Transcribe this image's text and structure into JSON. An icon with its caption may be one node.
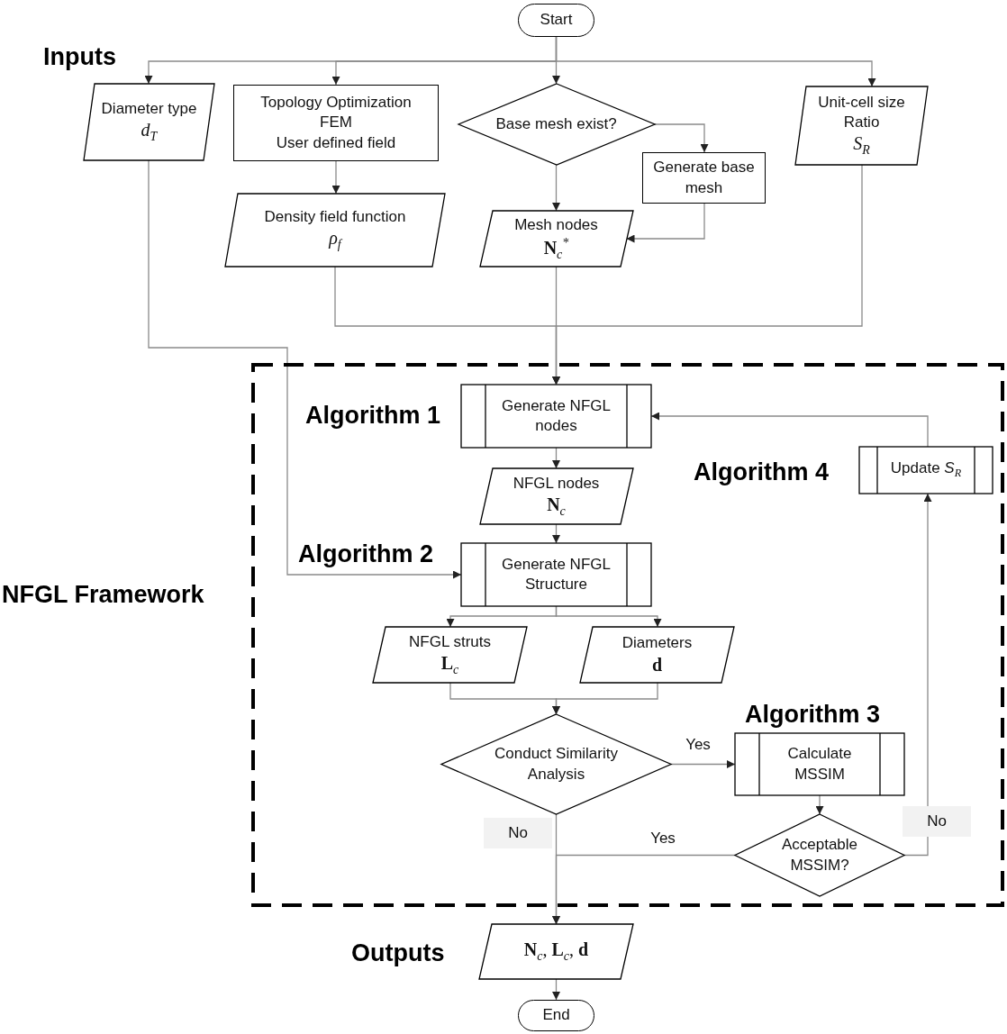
{
  "diagram": {
    "nodes": [
      {
        "text": [
          "Start"
        ]
      },
      {
        "text": [
          "Diameter type",
          "*d*$_{T}$"
        ]
      },
      {
        "text": [
          "Topology Optimization",
          "FEM",
          "User defined field"
        ]
      },
      {
        "text": [
          "Base mesh exist?"
        ]
      },
      {
        "text": [
          "Unit-cell size Ratio",
          "*S*$_{R}$"
        ]
      },
      {
        "text": [
          "Density field function",
          "*ρ*$_{f}$"
        ]
      },
      {
        "text": [
          "Generate base mesh"
        ]
      },
      {
        "text": [
          "Mesh nodes",
          "**N**$_{c}$$^{*}$"
        ]
      },
      {
        "text": [
          "NFGL Framework"
        ]
      },
      {
        "text": [
          "Generate NFGL nodes"
        ],
        "in": 8,
        "beside": [
          "Algorithm 1"
        ]
      },
      {
        "text": [
          "NFGL nodes",
          "**N**$_{c}$"
        ],
        "in": 8
      },
      {
        "text": [
          "Generate NFGL Structure"
        ],
        "in": 8,
        "beside": [
          "Algorithm 2"
        ]
      },
      {
        "text": [
          "NFGL struts",
          "**L**$_{c}$"
        ],
        "in": 8
      },
      {
        "text": [
          "Diameters",
          "**d**"
        ],
        "in": 8
      },
      {
        "text": [
          "Conduct Similarity Analysis"
        ],
        "in": 8
      },
      {
        "text": [
          "Calculate MSSIM"
        ],
        "in": 8,
        "beside": [
          "Algorithm 3"
        ]
      },
      {
        "text": [
          "Acceptable MSSIM?"
        ],
        "in": 8
      },
      {
        "text": [
          "Update *S*$_{R}$"
        ],
        "in": 8,
        "beside": [
          "Algorithm 4"
        ]
      },
      {
        "text": [
          "**N**$_{c}$, **L**$_{c}$, **d**"
        ],
        "beside": [
          "Outputs"
        ]
      },
      {
        "text": [
          "End"
        ]
      }
    ],
    "edges": [
      {
        "from": 0,
        "to": 1,
        "arrow": "to"
      },
      {
        "from": 0,
        "to": 2,
        "arrow": "to"
      },
      {
        "from": 0,
        "to": 3,
        "arrow": "to"
      },
      {
        "from": 0,
        "to": 4,
        "arrow": "to"
      },
      {
        "from": 2,
        "to": 5,
        "arrow": "to"
      },
      {
        "from": 3,
        "to": 7,
        "arrow": "to"
      },
      {
        "from": 3,
        "to": 6,
        "arrow": "to"
      },
      {
        "from": 6,
        "to": 7,
        "arrow": "to"
      },
      {
        "from": 5,
        "to": 9,
        "arrow": "to"
      },
      {
        "from": 4,
        "to": 9,
        "arrow": "to"
      },
      {
        "from": 7,
        "to": 9,
        "arrow": "to"
      },
      {
        "from": 1,
        "to": 11,
        "arrow": "to"
      },
      {
        "from": 9,
        "to": 10,
        "arrow": "to"
      },
      {
        "from": 10,
        "to": 11,
        "arrow": "to"
      },
      {
        "from": 11,
        "to": 12,
        "arrow": "to"
      },
      {
        "from": 11,
        "to": 13,
        "arrow": "to"
      },
      {
        "from": 12,
        "to": 14,
        "arrow": "to"
      },
      {
        "from": 13,
        "to": 14,
        "arrow": "to"
      },
      {
        "from": 14,
        "to": 15,
        "arrow": "to",
        "label": "Yes"
      },
      {
        "from": 15,
        "to": 16,
        "arrow": "to"
      },
      {
        "from": 16,
        "to": 18,
        "arrow": "to",
        "label": "Yes"
      },
      {
        "from": 14,
        "to": 18,
        "arrow": "to",
        "label": "No"
      },
      {
        "from": 16,
        "to": 17,
        "arrow": "to",
        "label": "No"
      },
      {
        "from": 17,
        "to": 9,
        "arrow": "to"
      },
      {
        "from": 18,
        "to": 19,
        "arrow": "to"
      }
    ],
    "labels": [
      "Inputs"
    ]
  }
}
